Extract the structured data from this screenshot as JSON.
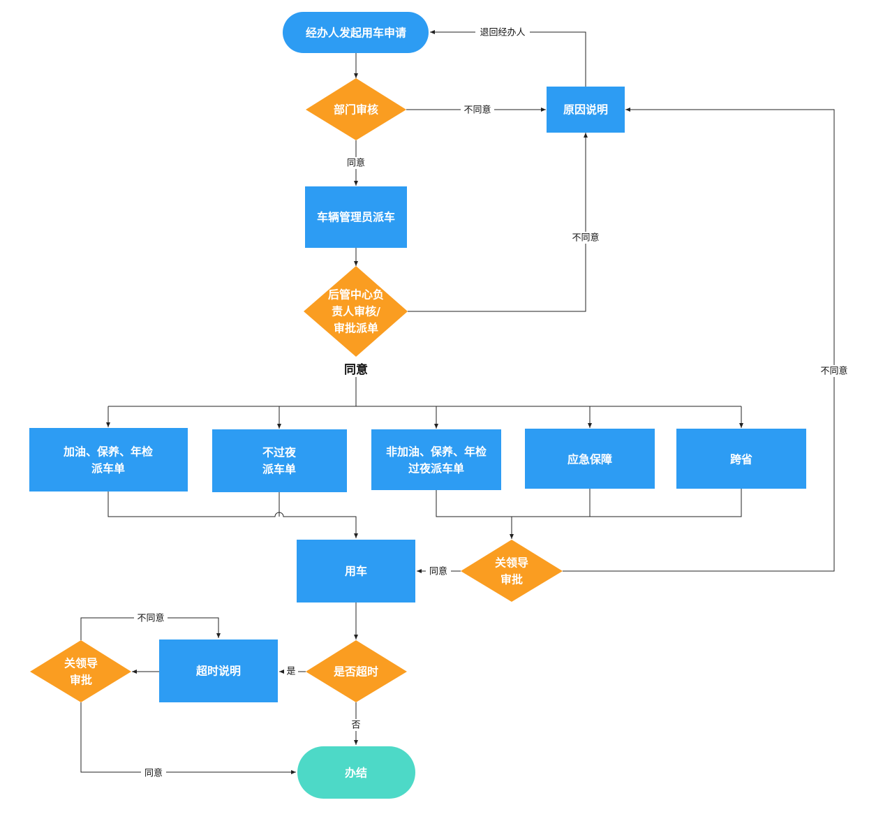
{
  "colors": {
    "process": "#2d9cf3",
    "decision": "#fa9d21",
    "start": "#2d9cf3",
    "end": "#4dd9c7",
    "line": "#222222"
  },
  "nodes": {
    "start": [
      "经办人发起用车申请"
    ],
    "dept_review": [
      "部门审核"
    ],
    "reason": [
      "原因说明"
    ],
    "dispatch": [
      "车辆管理员派车"
    ],
    "center_review": [
      "后管中心负",
      "责人审核/",
      "审批派单"
    ],
    "type_fuel": [
      "加油、保养、年检",
      "派车单"
    ],
    "type_no_overnight": [
      "不过夜",
      "派车单"
    ],
    "type_overnight": [
      "非加油、保养、年检",
      "过夜派车单"
    ],
    "type_emergency": [
      "应急保障"
    ],
    "type_cross_province": [
      "跨省"
    ],
    "leader_review": [
      "关领导",
      "审批"
    ],
    "use_car": [
      "用车"
    ],
    "overtime_check": [
      "是否超时"
    ],
    "overtime_note": [
      "超时说明"
    ],
    "leader_review_2": [
      "关领导",
      "审批"
    ],
    "end": [
      "办结"
    ]
  },
  "edge_labels": {
    "return_to_applicant": "退回经办人",
    "dept_disagree": "不同意",
    "dept_agree": "同意",
    "center_disagree": "不同意",
    "center_agree": "同意",
    "leader_disagree": "不同意",
    "leader_agree": "同意",
    "overtime_yes": "是",
    "overtime_no": "否",
    "leader2_disagree": "不同意",
    "leader2_agree": "同意"
  }
}
